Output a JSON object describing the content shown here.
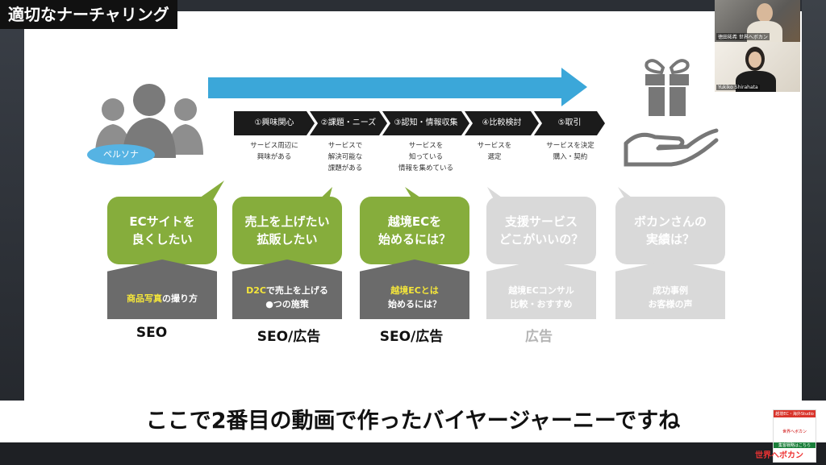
{
  "title_tag": "適切なナーチャリング",
  "persona": {
    "label": "ペルソナ"
  },
  "stages": [
    {
      "label": "①興味関心",
      "desc": "サービス周辺に\n興味がある"
    },
    {
      "label": "②課題・ニーズ",
      "desc": "サービスで\n解決可能な\n課題がある"
    },
    {
      "label": "③認知・情報収集",
      "desc": "サービスを\n知っている\n情報を集めている"
    },
    {
      "label": "④比較検討",
      "desc": "サービスを\n選定"
    },
    {
      "label": "⑤取引",
      "desc": "サービスを決定\n購入・契約"
    }
  ],
  "columns": [
    {
      "bubble": "ECサイトを\n良くしたい",
      "active": true,
      "house_pre": "",
      "house_hl": "商品写真",
      "house_post": "の撮り方",
      "channel": "SEO"
    },
    {
      "bubble": "売上を上げたい\n拡販したい",
      "active": true,
      "house_pre": "",
      "house_hl": "D2C",
      "house_post": "で売上を上げる\n●つの施策",
      "channel": "SEO/広告"
    },
    {
      "bubble": "越境ECを\n始めるには？",
      "active": true,
      "house_pre": "",
      "house_hl": "越境ECとは",
      "house_post": "\n始めるには？",
      "channel": "SEO/広告"
    },
    {
      "bubble": "支援サービス\nどこがいいの？",
      "active": false,
      "house_pre": "越境ECコンサル\n比較・おすすめ",
      "house_hl": "",
      "house_post": "",
      "channel": "広告"
    },
    {
      "bubble": "ボカンさんの\n実績は？",
      "active": false,
      "house_pre": "成功事例\nお客様の声",
      "house_hl": "",
      "house_post": "",
      "channel": ""
    }
  ],
  "subtitle": "ここで2番目の動画で作ったバイヤージャーニーですね",
  "participants": [
    {
      "name": "徳田祐希 世界へボカン"
    },
    {
      "name": "Yukiko Shirahata"
    }
  ],
  "branding": {
    "badge_top": "越境EC・海外Studio",
    "badge_mid": "世界へボカン",
    "badge_sub": "集客戦略はこちら",
    "bottom": "世界へボカン"
  },
  "colors": {
    "green": "#86ad3c",
    "blue": "#3ba7d9",
    "grey": "#d9d9d9",
    "dark": "#6b6b6b"
  }
}
